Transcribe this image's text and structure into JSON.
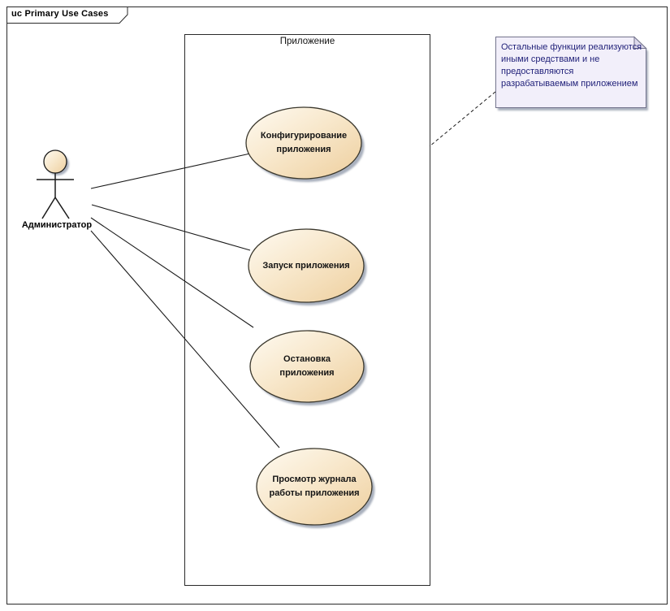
{
  "frame": {
    "label": "uc Primary Use Cases"
  },
  "boundary": {
    "label": "Приложение"
  },
  "actor": {
    "label": "Администратор"
  },
  "usecases": [
    {
      "id": "configure-application",
      "lines": [
        "Конфигурирование",
        "приложения"
      ]
    },
    {
      "id": "start-application",
      "lines": [
        "Запуск приложения"
      ]
    },
    {
      "id": "stop-application",
      "lines": [
        "Остановка",
        "приложения"
      ]
    },
    {
      "id": "view-application-log",
      "lines": [
        "Просмотр журнала",
        "работы приложения"
      ]
    }
  ],
  "note": {
    "lines": [
      "Остальные функции реализуются",
      "иными средствами и не",
      "предоставляются",
      "разрабатываемым приложением"
    ]
  },
  "colors": {
    "usecase_fill_light": "#fefaf1",
    "usecase_fill_mid": "#f8e8cc",
    "usecase_fill_dark": "#eecf9e",
    "usecase_border": "#3a372c",
    "note_fill": "#f2effa",
    "note_fold": "#ddd9ec",
    "note_border": "#73738c",
    "note_text": "#1f1f78",
    "shadow": "#a9b0bd",
    "line": "#1a1a1a",
    "frame_border": "#2a2a2a"
  }
}
